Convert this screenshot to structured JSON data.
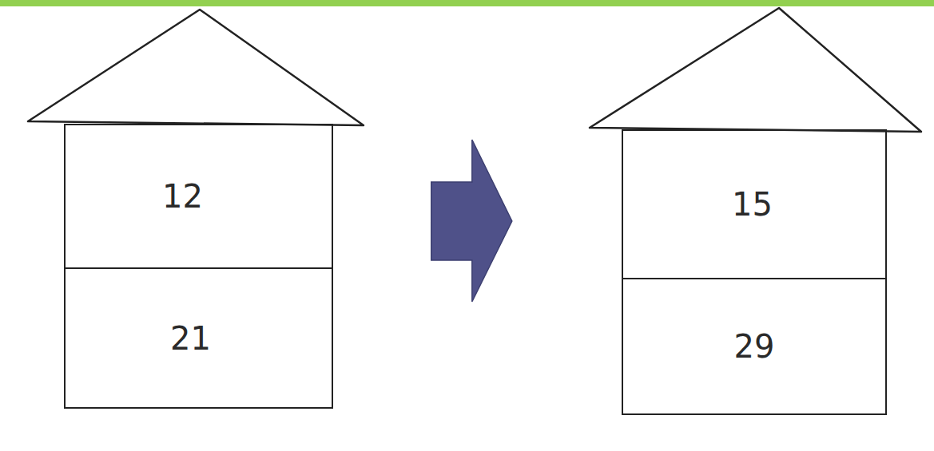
{
  "diagram": {
    "nodes": [
      {
        "text": []
      },
      {
        "text": [
          "12"
        ],
        "in": 0
      },
      {
        "text": [
          "21"
        ],
        "in": 0
      },
      {
        "text": []
      },
      {
        "text": [
          "15"
        ],
        "in": 3
      },
      {
        "text": [
          "29"
        ],
        "in": 3
      }
    ],
    "edges": [
      {
        "from": 0,
        "to": 3,
        "arrow": "to"
      }
    ]
  }
}
